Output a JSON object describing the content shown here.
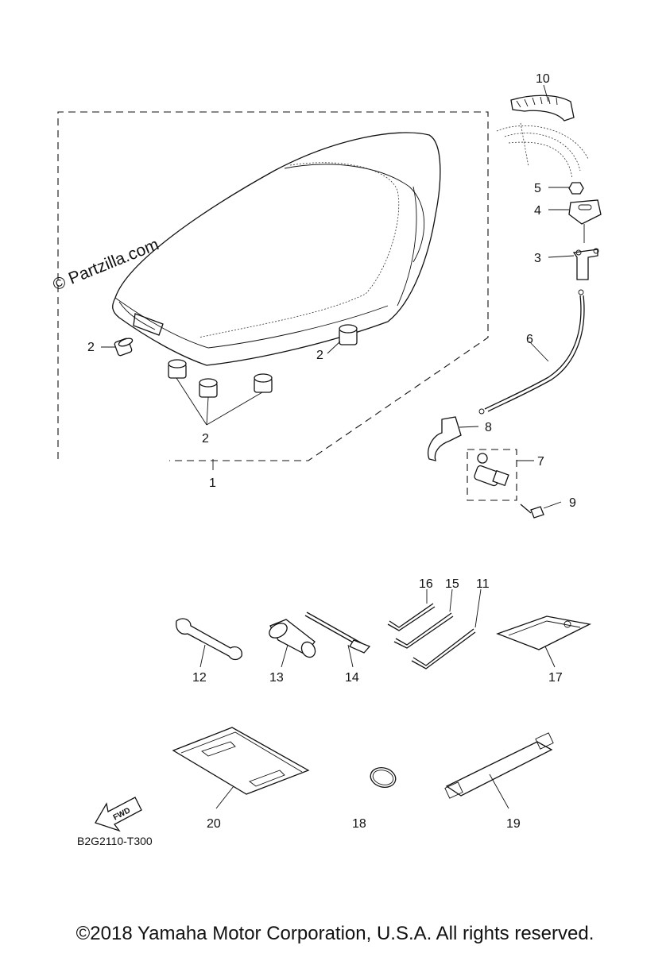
{
  "watermark": "© Partzilla.com",
  "diagram_code": "B2G2110-T300",
  "fwd_label": "FWD",
  "copyright": "©2018 Yamaha Motor Corporation, U.S.A. All rights reserved.",
  "callouts": {
    "c1": "1",
    "c2a": "2",
    "c2b": "2",
    "c2c": "2",
    "c3": "3",
    "c4": "4",
    "c5": "5",
    "c6": "6",
    "c7": "7",
    "c8": "8",
    "c9": "9",
    "c10": "10",
    "c11": "11",
    "c12": "12",
    "c13": "13",
    "c14": "14",
    "c15": "15",
    "c16": "16",
    "c17": "17",
    "c18": "18",
    "c19": "19",
    "c20": "20"
  }
}
